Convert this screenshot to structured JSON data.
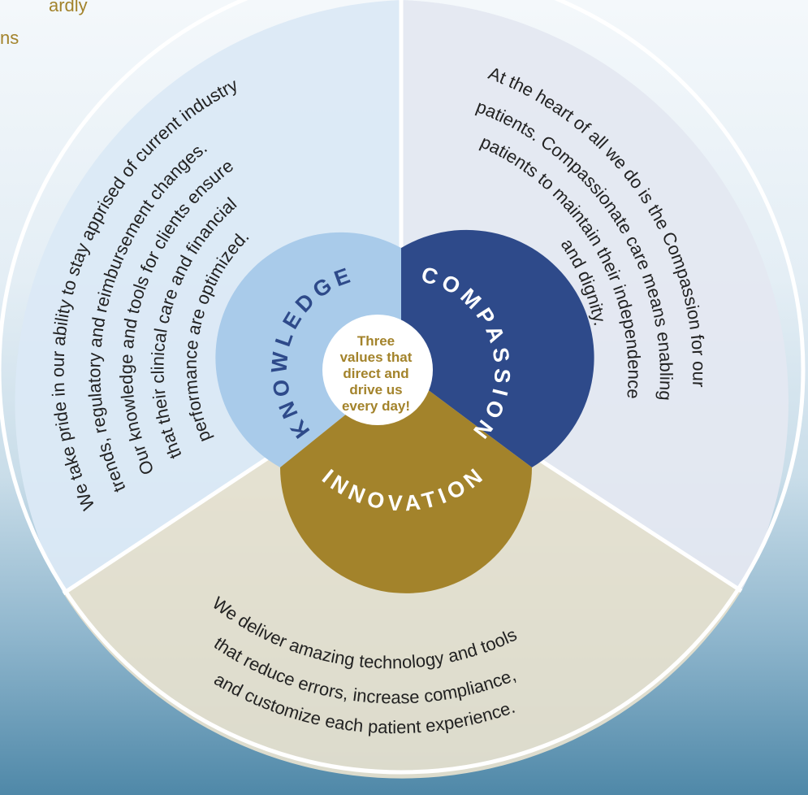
{
  "corner": {
    "line1": "ardly",
    "line2": "ns"
  },
  "center": [
    "Three",
    "values that",
    "direct and",
    "drive us",
    "every day!"
  ],
  "ring_labels": {
    "knowledge": "KNOWLEDGE",
    "compassion": "COMPASSION",
    "innovation": "INNOVATION"
  },
  "knowledge_text": [
    "We take pride in our ability to stay apprised of current industry",
    "trends, regulatory and reimbursement changes.",
    "Our knowledge and tools for clients ensure",
    "that their clinical care and financial",
    "performance are optimized."
  ],
  "compassion_text": [
    "At the heart of all we do is the Compassion for our",
    "patients. Compassionate care means enabling",
    "patients to maintain their independence",
    "and dignity."
  ],
  "innovation_text": [
    "We deliver amazing technology and tools",
    "that reduce errors, increase compliance,",
    "and customize each patient experience."
  ],
  "colors": {
    "knowledge_segment": "#dbe9f6",
    "compassion_segment": "#e4e8f1",
    "innovation_segment": "#e6e1cf",
    "knowledge_ring": "#a9cbea",
    "compassion_ring": "#2e4a8a",
    "innovation_ring": "#a3832b",
    "gold": "#a3832b"
  }
}
